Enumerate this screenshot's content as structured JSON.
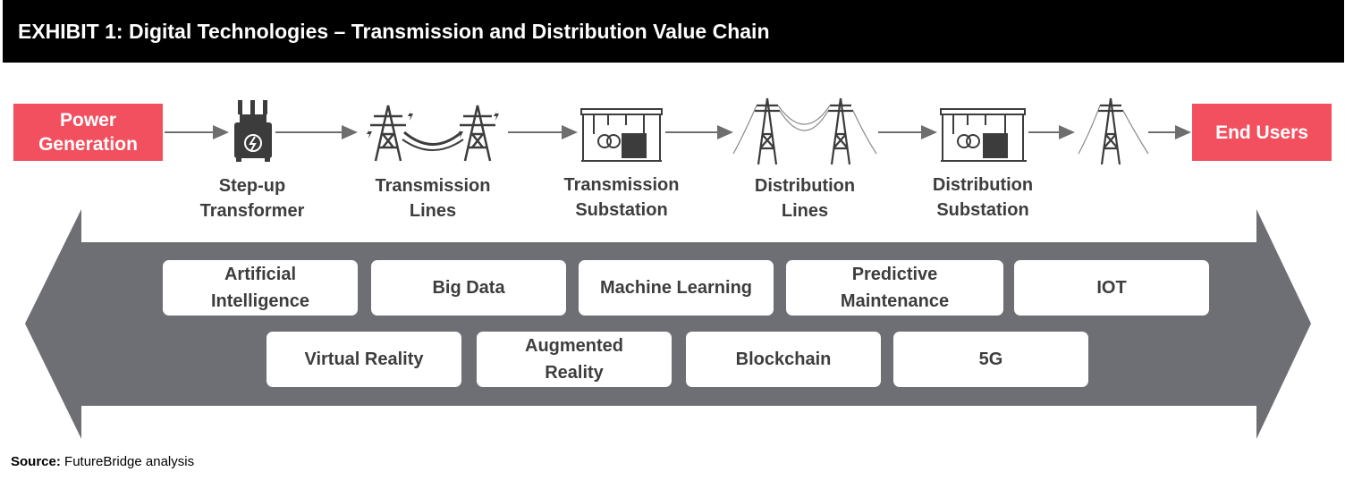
{
  "title": "EXHIBIT 1: Digital Technologies – Transmission and Distribution Value Chain",
  "start": "Power Generation",
  "end": "End Users",
  "stages": [
    {
      "line1": "Step-up",
      "line2": "Transformer"
    },
    {
      "line1": "Transmission",
      "line2": "Lines"
    },
    {
      "line1": "Transmission",
      "line2": "Substation"
    },
    {
      "line1": "Distribution",
      "line2": "Lines"
    },
    {
      "line1": "Distribution",
      "line2": "Substation"
    }
  ],
  "technologies": [
    [
      "Artificial",
      "Intelligence"
    ],
    [
      "Big Data"
    ],
    [
      "Machine Learning"
    ],
    [
      "Predictive",
      "Maintenance"
    ],
    [
      "IOT"
    ],
    [
      "Virtual Reality"
    ],
    [
      "Augmented",
      "Reality"
    ],
    [
      "Blockchain"
    ],
    [
      "5G"
    ]
  ],
  "source": {
    "label": "Source:",
    "text": "FutureBridge analysis"
  },
  "colors": {
    "accent": "#f2505f",
    "arrow": "#6e6e75",
    "title_bg": "#000000"
  },
  "icons": [
    "transformer-icon",
    "transmission-tower-icon",
    "substation-icon",
    "distribution-pole-icon"
  ]
}
